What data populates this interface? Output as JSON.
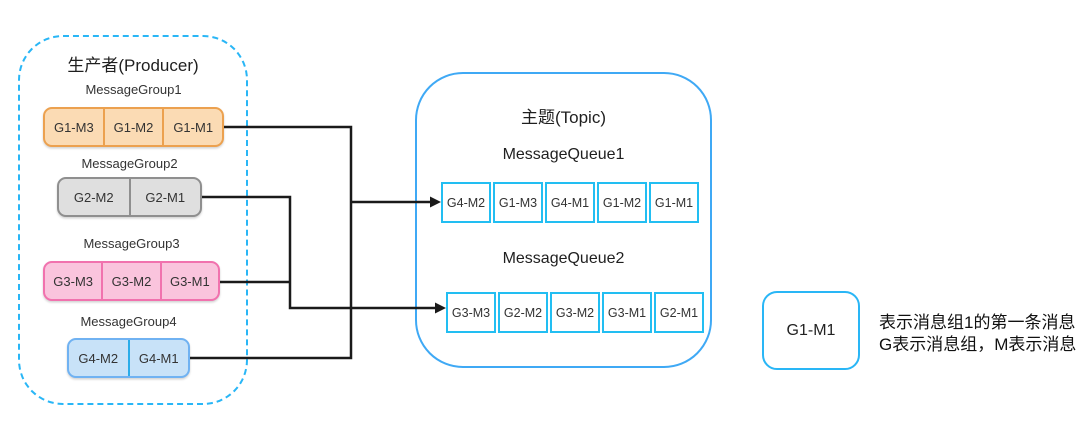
{
  "producer": {
    "title": "生产者(Producer)",
    "groups": [
      {
        "label": "MessageGroup1",
        "cells": [
          "G1-M3",
          "G1-M2",
          "G1-M1"
        ]
      },
      {
        "label": "MessageGroup2",
        "cells": [
          "G2-M2",
          "G2-M1"
        ]
      },
      {
        "label": "MessageGroup3",
        "cells": [
          "G3-M3",
          "G3-M2",
          "G3-M1"
        ]
      },
      {
        "label": "MessageGroup4",
        "cells": [
          "G4-M2",
          "G4-M1"
        ]
      }
    ]
  },
  "topic": {
    "title": "主题(Topic)",
    "queues": [
      {
        "label": "MessageQueue1",
        "cells": [
          "G4-M2",
          "G1-M3",
          "G4-M1",
          "G1-M2",
          "G1-M1"
        ]
      },
      {
        "label": "MessageQueue2",
        "cells": [
          "G3-M3",
          "G2-M2",
          "G3-M2",
          "G3-M1",
          "G2-M1"
        ]
      }
    ]
  },
  "legend": {
    "sample_label": "G1-M1",
    "description_line1": "表示消息组1的第一条消息",
    "description_line2": "G表示消息组，M表示消息"
  },
  "colors": {
    "cyan-accent": "#29B6F6",
    "topic-border": "#3FA9F5",
    "queue-cell-border": "#22BEF2",
    "orange-fill": "#FBDBB4",
    "orange-border": "#ECA14F",
    "gray-fill": "#DFDFDF",
    "gray-border": "#8F8F8F",
    "pink-fill": "#FAC4DD",
    "pink-border": "#F172AE",
    "blue-fill": "#C8E2F8",
    "blue-border": "#70B2F2",
    "blue-divider": "#2AACE9",
    "line-color": "#1A1A1A",
    "text-color": "#2B2B2B"
  }
}
